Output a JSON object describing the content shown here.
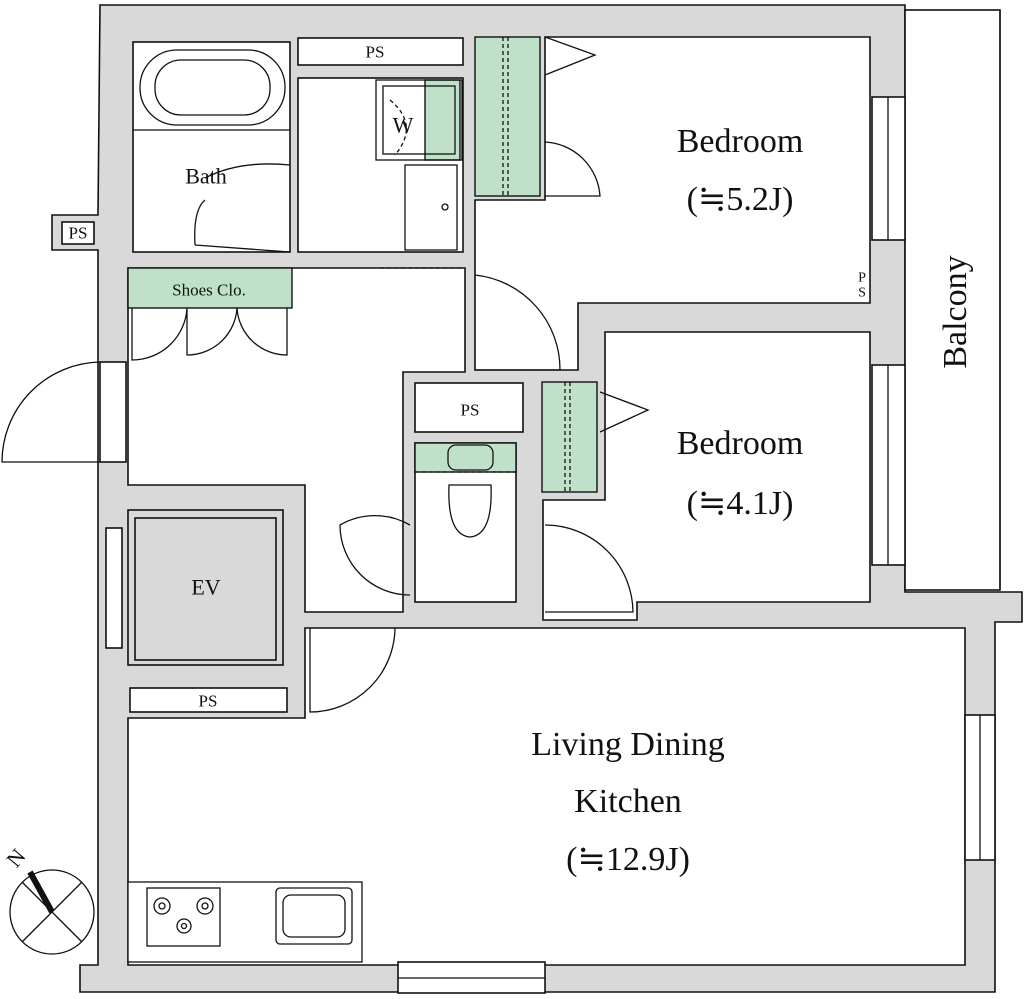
{
  "colors": {
    "wall": "#d9d9d9",
    "storage": "#bfe1c9",
    "line": "#111111"
  },
  "rooms": {
    "bedroom1": {
      "name": "Bedroom",
      "size": "(≒5.2J)"
    },
    "bedroom2": {
      "name": "Bedroom",
      "size": "(≒4.1J)"
    },
    "ldk": {
      "name1": "Living Dining",
      "name2": "Kitchen",
      "size": "(≒12.9J)"
    },
    "bath": "Bath",
    "balcony": "Balcony",
    "shoes": "Shoes Clo.",
    "ev": "EV",
    "washer": "W",
    "ps": "PS",
    "ps_vertical": [
      "P",
      "S"
    ]
  },
  "compass": {
    "north_label": "N"
  }
}
